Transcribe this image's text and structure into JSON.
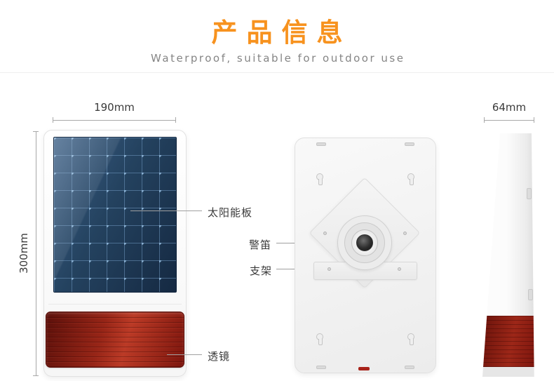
{
  "header": {
    "title": "产品信息",
    "subtitle": "Waterproof, suitable for outdoor use"
  },
  "front_view": {
    "width_label": "190mm",
    "height_label": "300mm",
    "callouts": {
      "solar_panel": "太阳能板",
      "lens": "透镜"
    }
  },
  "back_view": {
    "callouts": {
      "siren": "警笛",
      "bracket": "支架"
    }
  },
  "side_view": {
    "width_label": "64mm"
  },
  "colors": {
    "accent_orange": "#f7921e",
    "panel_blue": "#1d3553",
    "lens_red": "#a8231a"
  }
}
